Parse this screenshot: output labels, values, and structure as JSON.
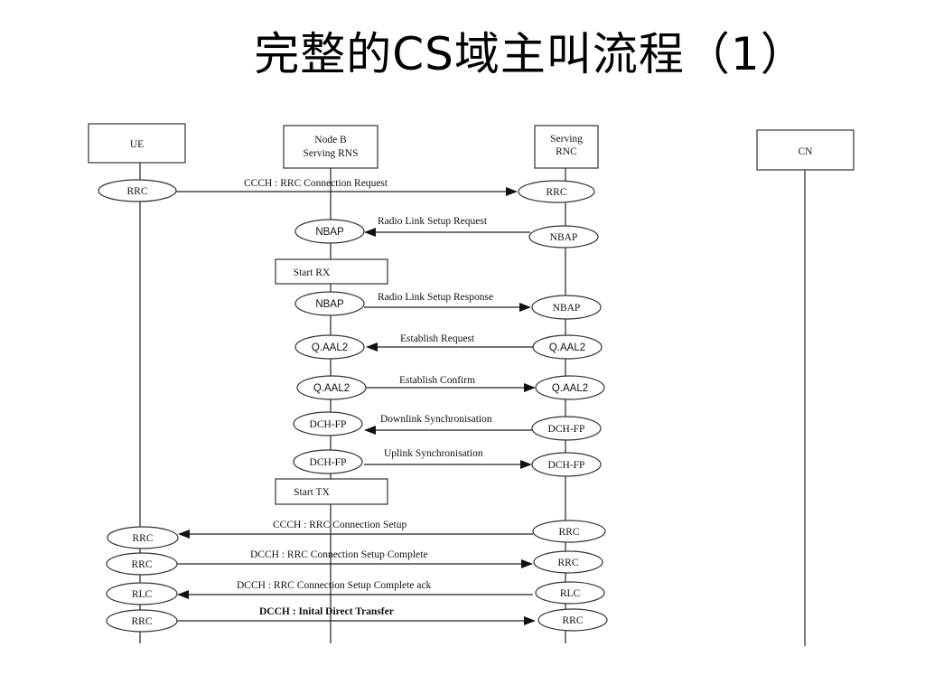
{
  "title": "完整的CS域主叫流程（1）",
  "entities": [
    {
      "id": "ue",
      "lines": [
        "UE"
      ]
    },
    {
      "id": "nodeb",
      "lines": [
        "Node B",
        "Serving RNS"
      ]
    },
    {
      "id": "rnc",
      "lines": [
        "Serving",
        "RNC"
      ]
    },
    {
      "id": "cn",
      "lines": [
        "CN"
      ]
    }
  ],
  "action_boxes": [
    {
      "id": "start-rx",
      "label": "Start RX"
    },
    {
      "id": "start-tx",
      "label": "Start TX"
    }
  ],
  "messages": [
    {
      "from": "RRC",
      "to": "RRC",
      "text": "CCCH : RRC Connection Request"
    },
    {
      "from": "NBAP",
      "to": "NBAP",
      "text": "Radio Link   Setup Request"
    },
    {
      "from": "NBAP",
      "to": "NBAP",
      "text": "Radio Link   Setup Response"
    },
    {
      "from": "Q.AAL2",
      "to": "Q.AAL2",
      "text": "Establish Request"
    },
    {
      "from": "Q.AAL2",
      "to": "Q.AAL2",
      "text": "Establish Confirm"
    },
    {
      "from": "DCH-FP",
      "to": "DCH-FP",
      "text": "Downlink Synchronisation"
    },
    {
      "from": "DCH-FP",
      "to": "DCH-FP",
      "text": "Uplink Synchronisation"
    },
    {
      "from": "RRC",
      "to": "RRC",
      "text": "CCCH : RRC Connection   Setup"
    },
    {
      "from": "RRC",
      "to": "RRC",
      "text": "DCCH : RRC Connection   Setup Complete"
    },
    {
      "from": "RLC",
      "to": "RLC",
      "text": "DCCH   : RRC Connection    Setup Complete ack"
    },
    {
      "from": "RRC",
      "to": "RRC",
      "text": "DCCH :   Inital Direct Transfer"
    }
  ]
}
